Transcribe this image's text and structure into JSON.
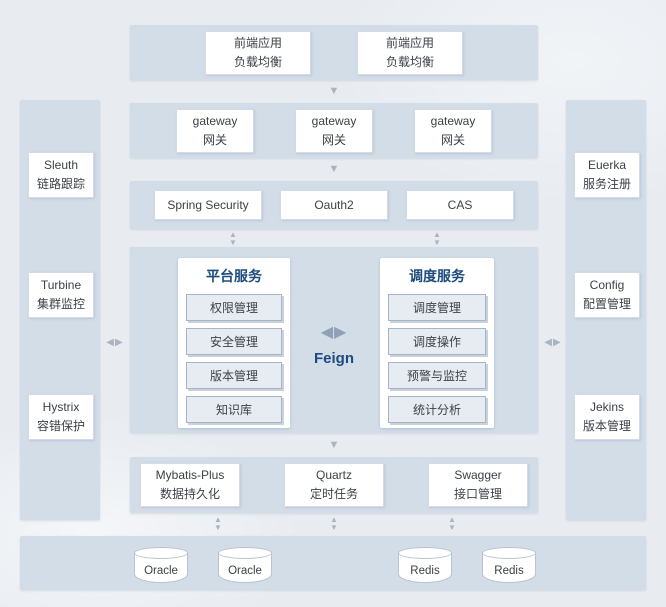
{
  "icons": {
    "arrow_down": "▼",
    "arrow_up": "▲",
    "arrow_left": "◀",
    "arrow_right": "▶"
  },
  "colors": {
    "band_bg": "#d3dde8",
    "box_bg": "#ffffff",
    "item_bg": "#e7ecf2",
    "accent_text": "#1c4b7e",
    "arrow": "#a9b4c1"
  },
  "frontend_band": {
    "boxes": [
      {
        "line1": "前端应用",
        "line2": "负载均衡"
      },
      {
        "line1": "前端应用",
        "line2": "负载均衡"
      }
    ]
  },
  "gateway_band": {
    "boxes": [
      {
        "line1": "gateway",
        "line2": "网关"
      },
      {
        "line1": "gateway",
        "line2": "网关"
      },
      {
        "line1": "gateway",
        "line2": "网关"
      }
    ]
  },
  "auth_band": {
    "boxes": [
      {
        "label": "Spring Security"
      },
      {
        "label": "Oauth2"
      },
      {
        "label": "CAS"
      }
    ]
  },
  "platform_panel": {
    "title": "平台服务",
    "items": [
      {
        "label": "权限管理"
      },
      {
        "label": "安全管理"
      },
      {
        "label": "版本管理"
      },
      {
        "label": "知识库"
      }
    ]
  },
  "dispatch_panel": {
    "title": "调度服务",
    "items": [
      {
        "label": "调度管理"
      },
      {
        "label": "调度操作"
      },
      {
        "label": "预警与监控"
      },
      {
        "label": "统计分析"
      }
    ]
  },
  "feign": {
    "label": "Feign"
  },
  "middleware_band": {
    "boxes": [
      {
        "line1": "Mybatis-Plus",
        "line2": "数据持久化"
      },
      {
        "line1": "Quartz",
        "line2": "定时任务"
      },
      {
        "line1": "Swagger",
        "line2": "接口管理"
      }
    ]
  },
  "database_band": {
    "cylinders": [
      {
        "label": "Oracle"
      },
      {
        "label": "Oracle"
      },
      {
        "label": "Redis"
      },
      {
        "label": "Redis"
      }
    ]
  },
  "left_sidebar": {
    "boxes": [
      {
        "line1": "Sleuth",
        "line2": "链路跟踪"
      },
      {
        "line1": "Turbine",
        "line2": "集群监控"
      },
      {
        "line1": "Hystrix",
        "line2": "容错保护"
      }
    ]
  },
  "right_sidebar": {
    "boxes": [
      {
        "line1": "Euerka",
        "line2": "服务注册"
      },
      {
        "line1": "Config",
        "line2": "配置管理"
      },
      {
        "line1": "Jekins",
        "line2": "版本管理"
      }
    ]
  }
}
